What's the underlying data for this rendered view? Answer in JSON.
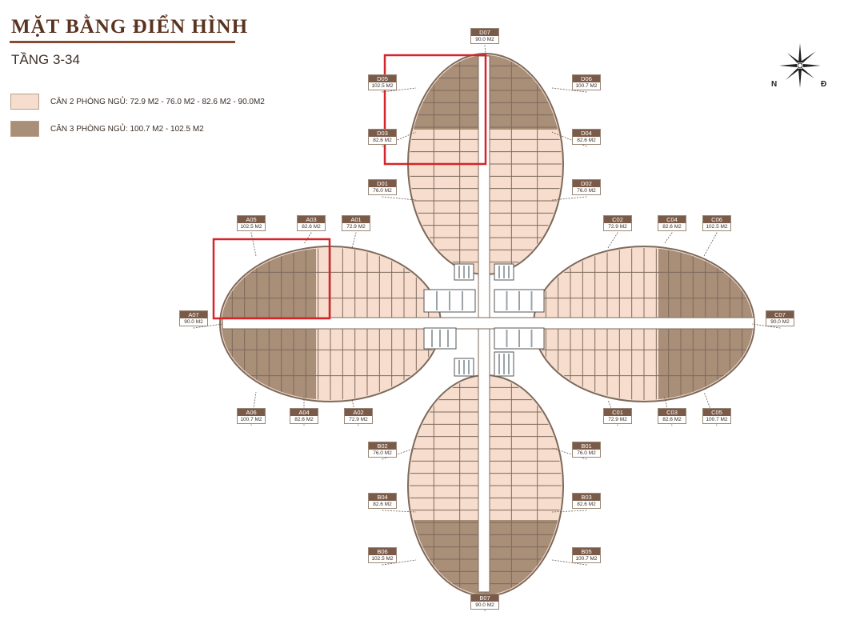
{
  "header": {
    "title": "MẶT BẰNG ĐIỂN HÌNH",
    "floors": "TẦNG 3-34"
  },
  "legend": [
    {
      "text": "CĂN 2 PHÒNG NGỦ: 72.9 M2 - 76.0 M2 - 82.6 M2 - 90.0M2",
      "color": "#f6ddcd"
    },
    {
      "text": "CĂN 3 PHÒNG NGỦ: 100.7 M2 - 102.5 M2",
      "color": "#a98e78"
    }
  ],
  "compass": {
    "left": "N",
    "right": "Đ"
  },
  "units": {
    "D07": "90.0 M2",
    "D05": "102.5 M2",
    "D06": "100.7 M2",
    "D03": "82.6 M2",
    "D04": "82.6 M2",
    "D01": "76.0 M2",
    "D02": "76.0 M2",
    "A05": "102.5 M2",
    "A03": "82.6 M2",
    "A01": "72.9 M2",
    "A07": "90.0 M2",
    "A06": "100.7 M2",
    "A04": "82.6 M2",
    "A02": "72.9 M2",
    "C02": "72.9 M2",
    "C04": "82.6 M2",
    "C06": "102.5 M2",
    "C07": "90.0 M2",
    "C01": "72.9 M2",
    "C03": "82.6 M2",
    "C05": "100.7 M2",
    "B02": "76.0 M2",
    "B01": "76.0 M2",
    "B04": "82.6 M2",
    "B03": "82.6 M2",
    "B06": "102.5 M2",
    "B05": "100.7 M2",
    "B07": "90.0 M2"
  },
  "colors": {
    "two_bed": "#f6ddcd",
    "three_bed": "#a98e78",
    "wall": "#7d6a5c",
    "highlight": "#d6242a",
    "corridor": "#ffffff",
    "core": "#9aa3a8"
  }
}
